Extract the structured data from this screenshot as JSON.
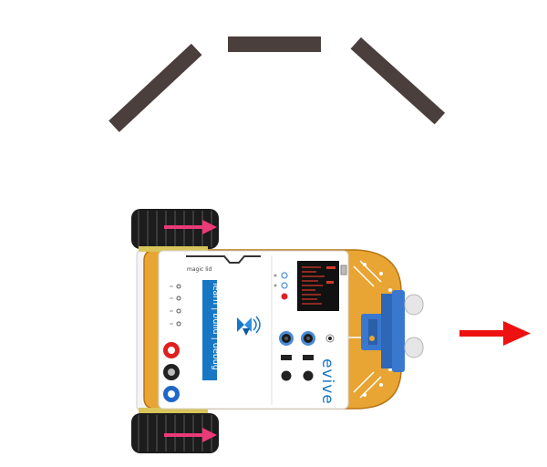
{
  "robot": {
    "lid_text": "magic lid",
    "tagline": "learn | build | debug",
    "brand": "evive"
  },
  "colors": {
    "wall": "#4a3f3c",
    "chassis": "#e8a534",
    "chassis_edge": "#b87515",
    "board": "#ffffff",
    "tagline_bg": "#1877c5",
    "brand": "#1877c5",
    "arrow": "#ee1111",
    "wheel_arrow": "#ea3a78",
    "tire": "#1c1c1c",
    "sensor_blue": "#3a78cf"
  },
  "direction_arrow": "move-right",
  "wheel_arrows": "forward"
}
